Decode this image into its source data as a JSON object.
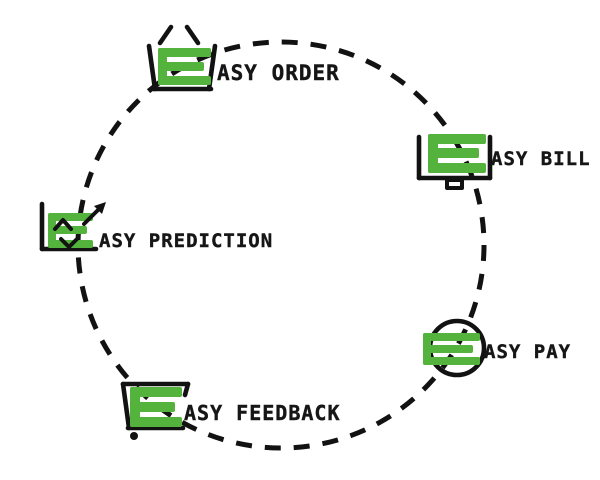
{
  "diagram": {
    "type": "circular-cycle",
    "background": "#ffffff",
    "colors": {
      "green": "#54b33c",
      "line": "#121212",
      "text": "#161616"
    },
    "ring": {
      "style": "dashed",
      "color": "#121212"
    },
    "nodes": [
      {
        "id": "easy-order",
        "icon": "basket-icon",
        "icon_letter": "E",
        "label": "ASY ORDER",
        "reads_as": "EASY ORDER"
      },
      {
        "id": "easy-bill",
        "icon": "bill-box-icon",
        "icon_letter": "E",
        "label": "ASY BILL",
        "reads_as": "EASY BILL"
      },
      {
        "id": "easy-pay",
        "icon": "coin-icon",
        "icon_letter": "E",
        "label": "ASY PAY",
        "reads_as": "EASY PAY"
      },
      {
        "id": "easy-feedback",
        "icon": "cart-icon",
        "icon_letter": "E",
        "label": "ASY FEEDBACK",
        "reads_as": "EASY FEEDBACK"
      },
      {
        "id": "easy-prediction",
        "icon": "trend-chart-icon",
        "icon_letter": "E",
        "label": "ASY PREDICTION",
        "reads_as": "EASY PREDICTION"
      }
    ]
  }
}
